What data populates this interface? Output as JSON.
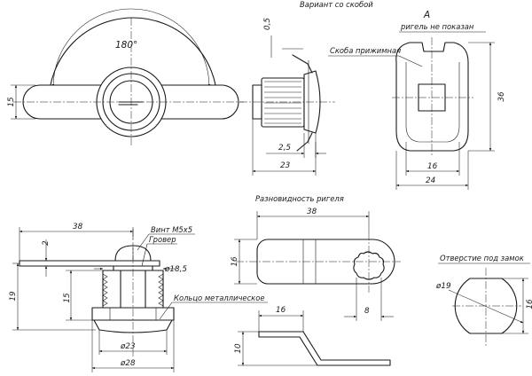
{
  "labels": {
    "angle": "180°",
    "variant_bracket": "Вариант со скобой",
    "view_letter": "A",
    "bolt_not_shown": "ригель не показан",
    "clamp_bracket": "Скоба прижимная",
    "bolt_variant": "Разновидность ригеля",
    "screw": "Винт М5х5",
    "grover": "Гровер",
    "metal_ring": "Кольцо металлическое",
    "lock_hole": "Отверстие под замок"
  },
  "dims": {
    "front_height": "15",
    "bracket_thickness": "0,5",
    "side_2_5": "2,5",
    "side_length": "23",
    "view_a_height": "36",
    "view_a_inner": "16",
    "view_a_width": "24",
    "bolt_len": "38",
    "bolt_offset": "2",
    "body_len": "19",
    "thread_len": "15",
    "diam_18_5": "ø18,5",
    "diam_23": "ø23",
    "diam_28": "ø28",
    "bolt_variant_len": "38",
    "bolt_variant_w": "16",
    "bolt_variant_8": "8",
    "bent_16": "16",
    "bent_10": "10",
    "hole_diam": "ø19",
    "hole_flat": "16"
  }
}
